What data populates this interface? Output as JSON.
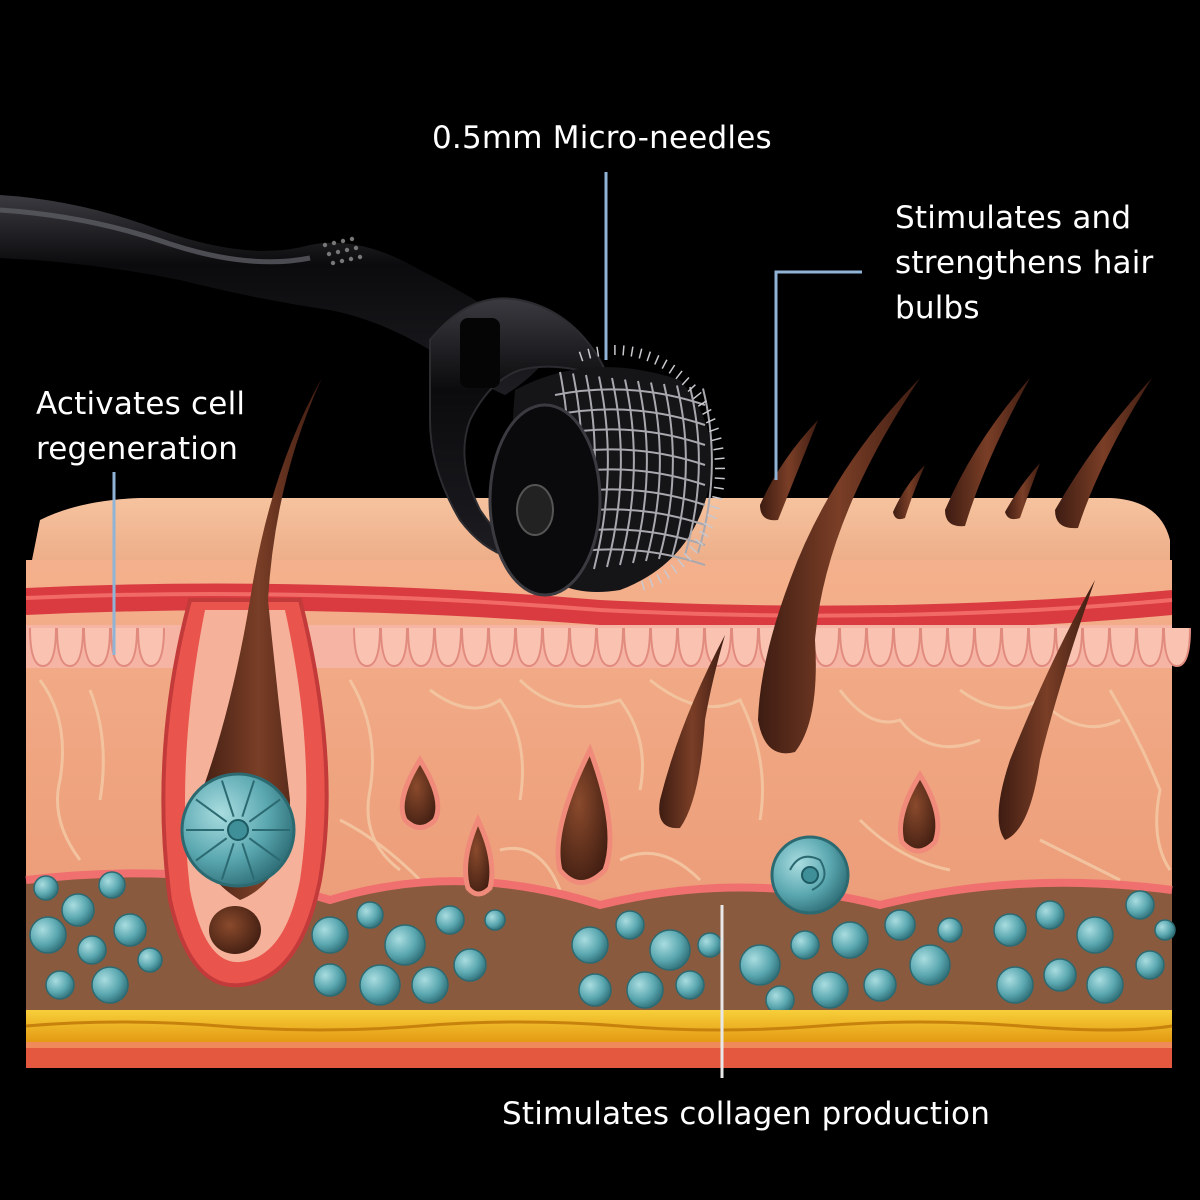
{
  "labels": {
    "needles": "0.5mm Micro-needles",
    "bulbs": [
      "Stimulates and",
      "strengthens hair",
      "bulbs"
    ],
    "cell": [
      "Activates cell",
      "regeneration"
    ],
    "collagen": "Stimulates collagen production"
  },
  "colors": {
    "background": "#000000",
    "leader_line": "#8fb4d6",
    "skin_surface": "#f3b894",
    "dermis": "#f0a27f",
    "red_layer": "#e0454b",
    "hair": "#5a2d1e",
    "blue_cells": "#58a8b0",
    "fat_yellow": "#f2b51f",
    "roller": "#0c0c0e"
  },
  "icons": [
    "dermaroller-icon",
    "skin-cross-section"
  ]
}
